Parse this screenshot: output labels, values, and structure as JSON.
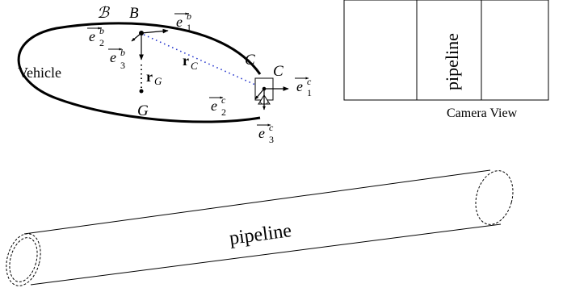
{
  "vehicle": {
    "frame_symbol": "ℬ",
    "label": "Vehicle",
    "body_point": "B",
    "cg_point": "G",
    "camera_point_inner": "C",
    "camera_point_outer": "C",
    "rG": {
      "base": "r",
      "sub": "G"
    },
    "rC": {
      "base": "r",
      "sub": "C"
    },
    "eb1": {
      "base": "e",
      "sup": "b",
      "sub": "1"
    },
    "eb2": {
      "base": "e",
      "sup": "b",
      "sub": "2"
    },
    "eb3": {
      "base": "e",
      "sup": "b",
      "sub": "3"
    },
    "ec1": {
      "base": "e",
      "sup": "c",
      "sub": "1"
    },
    "ec2": {
      "base": "e",
      "sup": "c",
      "sub": "2"
    },
    "ec3": {
      "base": "e",
      "sup": "c",
      "sub": "3"
    }
  },
  "camera_view": {
    "pipeline_label": "pipeline",
    "caption": "Camera View"
  },
  "pipe": {
    "label": "pipeline"
  }
}
